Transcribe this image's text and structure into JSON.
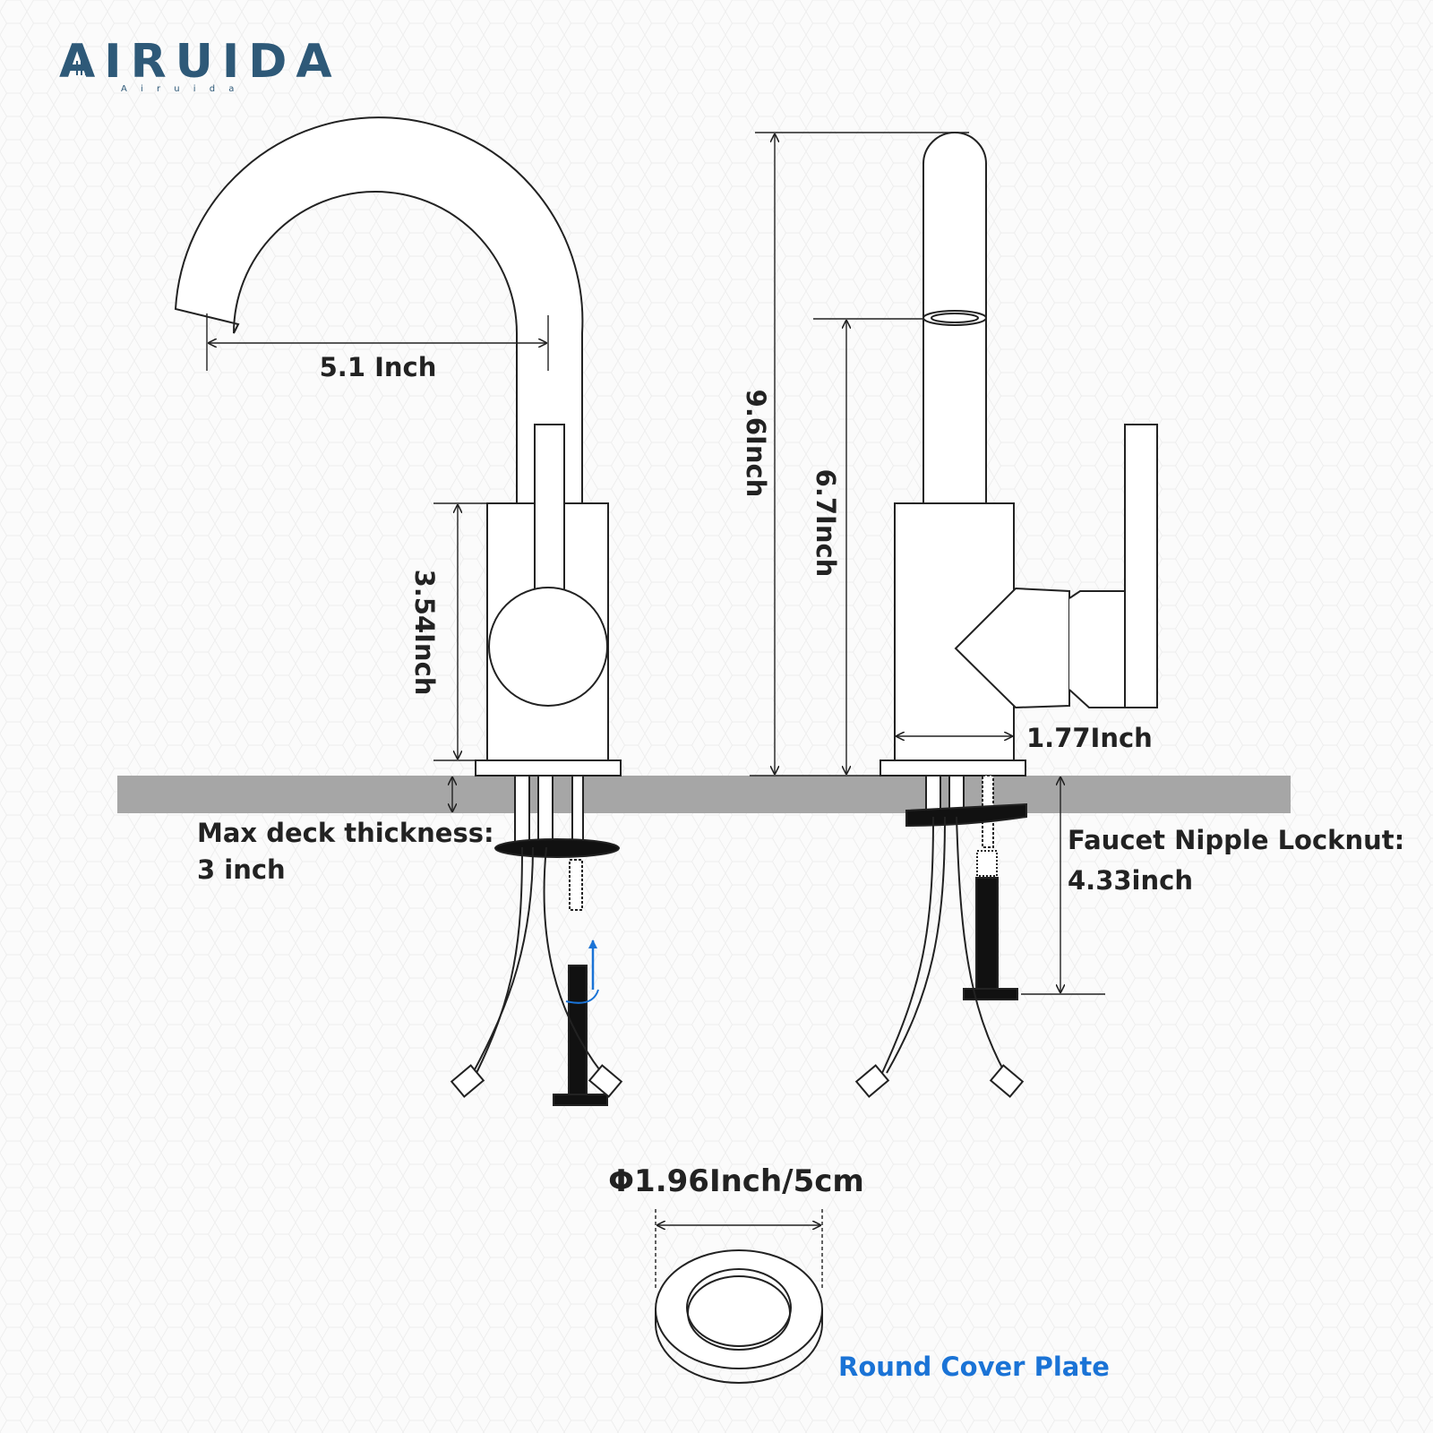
{
  "brand": {
    "name": "AIRUIDA",
    "tagline": "A i r u i d a",
    "color": "#2e5978"
  },
  "dimensions": {
    "spout_reach": "5.1 Inch",
    "total_height": "9.6Inch",
    "spout_height": "6.7Inch",
    "body_height": "3.54Inch",
    "body_width": "1.77Inch",
    "deck_thickness_line1": "Max deck thickness:",
    "deck_thickness_line2": "3 inch",
    "locknut_line1": "Faucet Nipple Locknut:",
    "locknut_line2": "4.33inch",
    "cover_plate_diameter": "Φ1.96Inch/5cm"
  },
  "cover_plate": {
    "label": "Round Cover Plate",
    "label_color": "#1a73d6"
  },
  "colors": {
    "line": "#222222",
    "deck": "#a6a6a6",
    "accent_arrow": "#1a73d6"
  }
}
